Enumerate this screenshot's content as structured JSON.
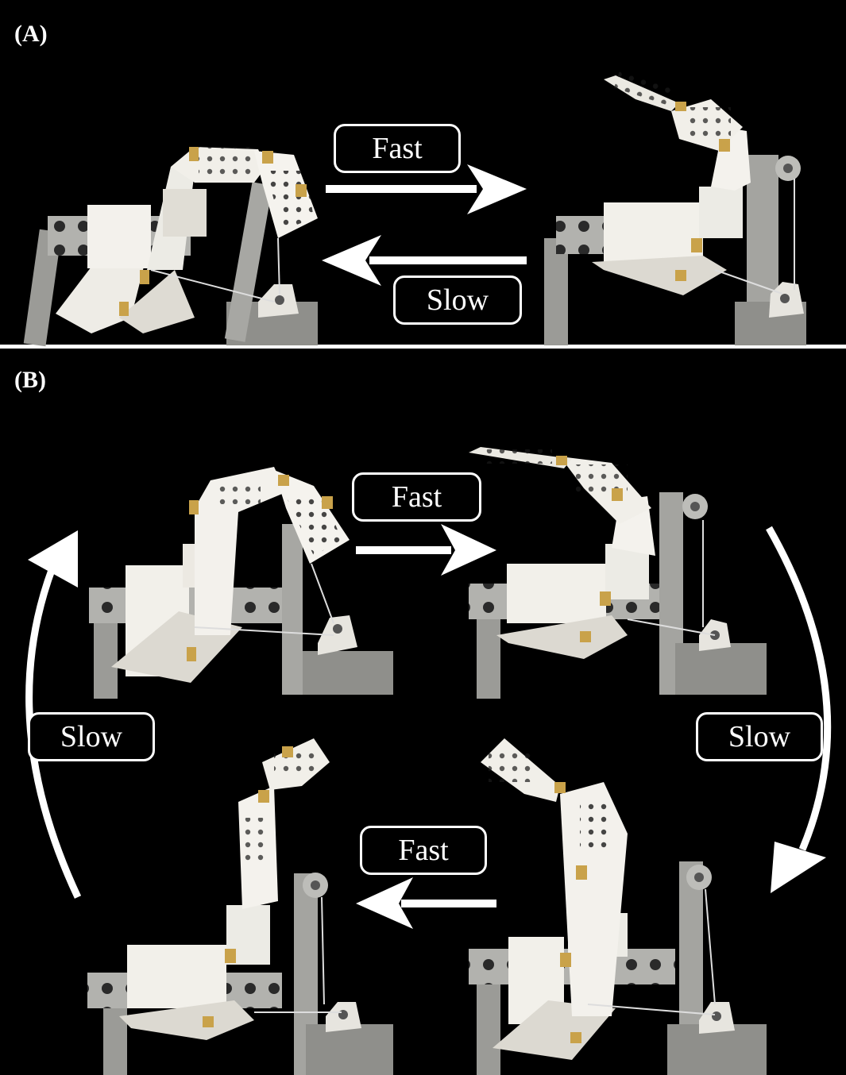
{
  "panels": {
    "a": {
      "label": "(A)",
      "forward_label": "Fast",
      "return_label": "Slow"
    },
    "b": {
      "label": "(B)",
      "top_label": "Fast",
      "bottom_label": "Fast",
      "left_label": "Slow",
      "right_label": "Slow"
    }
  },
  "colors": {
    "background": "#000000",
    "panel_white": "#f1efe9",
    "panel_shadow": "#c9c5bc",
    "frame_aluminum": "#a9a9a5",
    "hinge_brass": "#c9a24a",
    "arrow": "#ffffff"
  },
  "icons": [
    "arrow-right-icon",
    "arrow-left-icon",
    "arrow-curved-up-icon",
    "arrow-curved-down-icon"
  ]
}
